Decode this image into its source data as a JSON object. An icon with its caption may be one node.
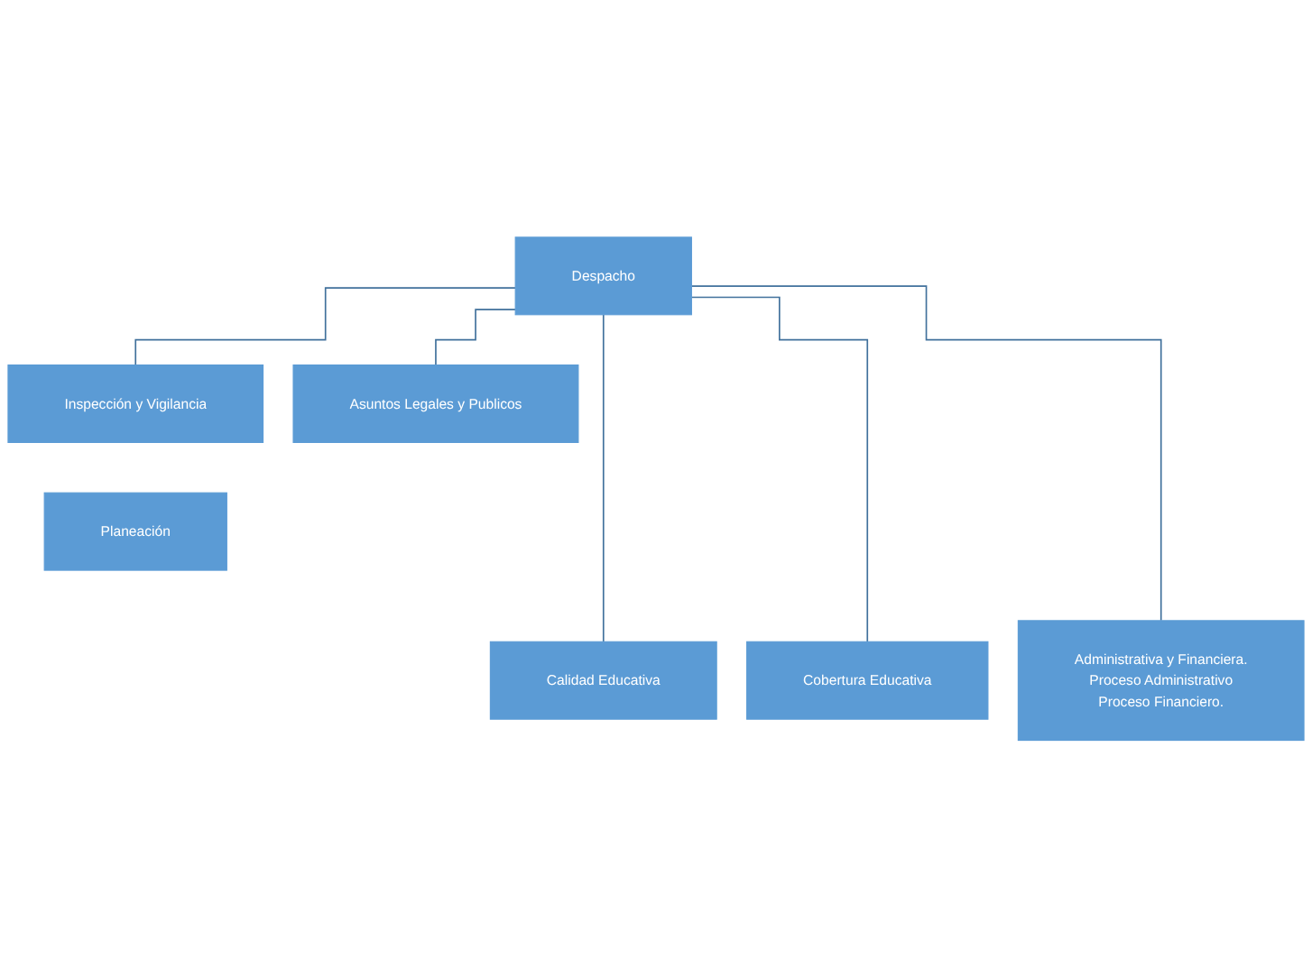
{
  "diagram": {
    "nodes": [
      {
        "text": [
          "Despacho"
        ]
      },
      {
        "text": [
          "Inspección y Vigilancia"
        ]
      },
      {
        "text": [
          "Asuntos Legales y Publicos"
        ]
      },
      {
        "text": [
          "Planeación"
        ]
      },
      {
        "text": [
          "Calidad Educativa"
        ]
      },
      {
        "text": [
          "Cobertura Educativa"
        ]
      },
      {
        "text": [
          "Administrativa y Financiera.",
          "Proceso Administrativo",
          "Proceso Financiero."
        ]
      }
    ],
    "edges": [
      {
        "from": 0,
        "to": 1,
        "arrow": "none"
      },
      {
        "from": 0,
        "to": 2,
        "arrow": "none"
      },
      {
        "from": 0,
        "to": 4,
        "arrow": "none"
      },
      {
        "from": 0,
        "to": 5,
        "arrow": "none"
      },
      {
        "from": 0,
        "to": 6,
        "arrow": "none"
      }
    ]
  }
}
